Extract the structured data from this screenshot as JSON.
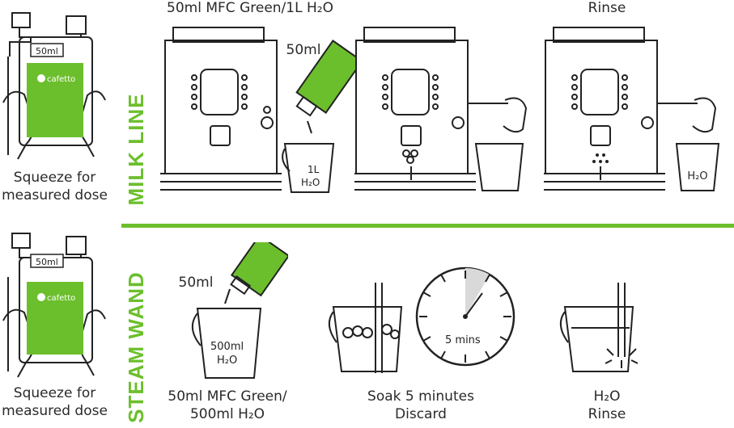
{
  "colors": {
    "accent": "#6cbf2c",
    "line": "#222222"
  },
  "milk_line": {
    "section_label": "MILK LINE",
    "bottle_caption_1": "Squeeze for",
    "bottle_caption_2": "measured dose",
    "bottle_tag": "50ml",
    "brand": "cafetto",
    "step1_title": "50ml MFC Green/1L H₂O",
    "pour_label": "50ml",
    "jug_label_1": "1L",
    "jug_label_2": "H₂O",
    "step3_title": "Rinse",
    "rinse_jug_label": "H₂O"
  },
  "steam_wand": {
    "section_label": "STEAM WAND",
    "bottle_caption_1": "Squeeze for",
    "bottle_caption_2": "measured dose",
    "bottle_tag": "50ml",
    "brand": "cafetto",
    "pour_label": "50ml",
    "jug_label_1": "500ml",
    "jug_label_2": "H₂O",
    "step1_caption_1": "50ml MFC Green/",
    "step1_caption_2": "500ml H₂O",
    "timer_label": "5 mins",
    "step2_caption_1": "Soak 5 minutes",
    "step2_caption_2": "Discard",
    "step3_caption_1": "H₂O",
    "step3_caption_2": "Rinse"
  }
}
